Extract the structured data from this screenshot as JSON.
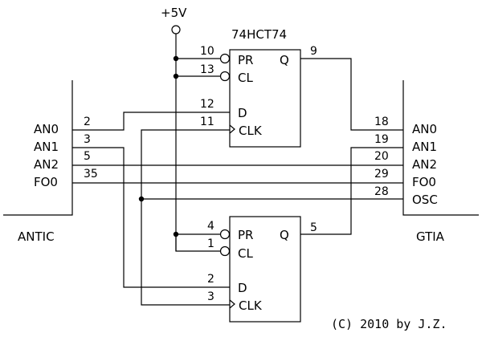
{
  "supply": "+5V",
  "chip": "74HCT74",
  "antic": {
    "name": "ANTIC",
    "signals": [
      "AN0",
      "AN1",
      "AN2",
      "FO0"
    ],
    "pins": [
      "2",
      "3",
      "5",
      "35"
    ]
  },
  "gtia": {
    "name": "GTIA",
    "signals": [
      "AN0",
      "AN1",
      "AN2",
      "FO0",
      "OSC"
    ],
    "pins": [
      "18",
      "19",
      "20",
      "29",
      "28"
    ]
  },
  "ff1": {
    "inputs": [
      "PR",
      "CL",
      "D",
      "CLK"
    ],
    "output": "Q",
    "pins": {
      "pr": "10",
      "cl": "13",
      "d": "12",
      "clk": "11",
      "q": "9"
    }
  },
  "ff2": {
    "inputs": [
      "PR",
      "CL",
      "D",
      "CLK"
    ],
    "output": "Q",
    "pins": {
      "pr": "4",
      "cl": "1",
      "d": "2",
      "clk": "3",
      "q": "5"
    }
  },
  "copyright": "(C) 2010 by J.Z."
}
